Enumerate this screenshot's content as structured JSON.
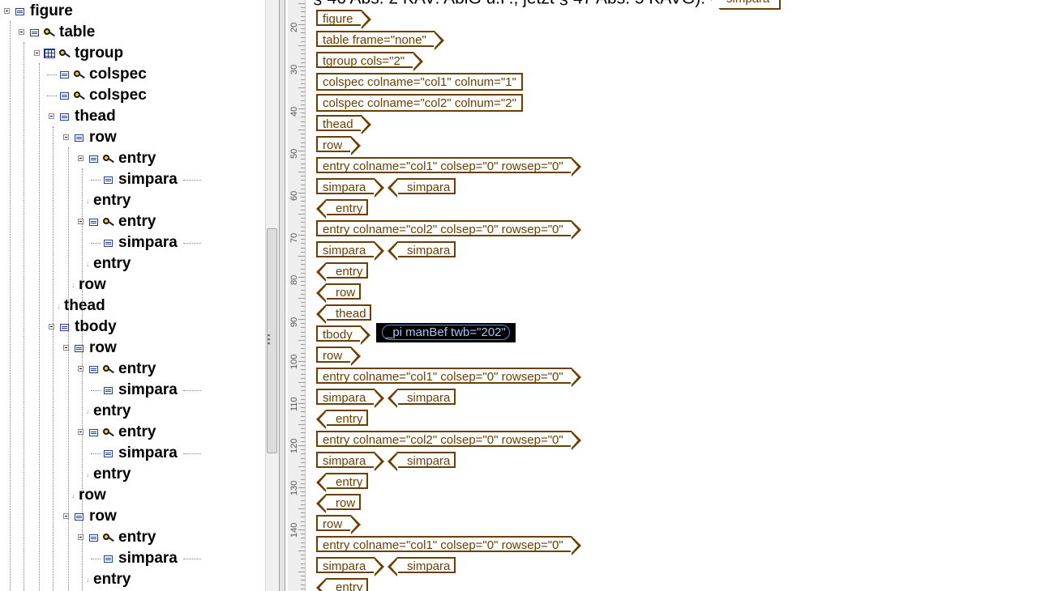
{
  "tree": [
    {
      "label": "figure",
      "depth": 0,
      "icons": [
        "element"
      ]
    },
    {
      "label": "table",
      "depth": 1,
      "icons": [
        "element",
        "attribute"
      ]
    },
    {
      "label": "tgroup",
      "depth": 2,
      "icons": [
        "table",
        "attribute"
      ]
    },
    {
      "label": "colspec",
      "depth": 3,
      "icons": [
        "element",
        "attribute"
      ]
    },
    {
      "label": "colspec",
      "depth": 3,
      "icons": [
        "element",
        "attribute"
      ]
    },
    {
      "label": "thead",
      "depth": 3,
      "icons": [
        "element"
      ]
    },
    {
      "label": "row",
      "depth": 4,
      "icons": [
        "element"
      ]
    },
    {
      "label": "entry",
      "depth": 5,
      "icons": [
        "element",
        "attribute"
      ]
    },
    {
      "label": "simpara",
      "depth": 6,
      "icons": [
        "element"
      ]
    },
    {
      "label": "entry",
      "depth": 5,
      "icons": []
    },
    {
      "label": "entry",
      "depth": 5,
      "icons": [
        "element",
        "attribute"
      ]
    },
    {
      "label": "simpara",
      "depth": 6,
      "icons": [
        "element"
      ]
    },
    {
      "label": "entry",
      "depth": 5,
      "icons": []
    },
    {
      "label": "row",
      "depth": 4,
      "icons": []
    },
    {
      "label": "thead",
      "depth": 3,
      "icons": []
    },
    {
      "label": "tbody",
      "depth": 3,
      "icons": [
        "element"
      ]
    },
    {
      "label": "row",
      "depth": 4,
      "icons": [
        "element"
      ]
    },
    {
      "label": "entry",
      "depth": 5,
      "icons": [
        "element",
        "attribute"
      ]
    },
    {
      "label": "simpara",
      "depth": 6,
      "icons": [
        "element"
      ]
    },
    {
      "label": "entry",
      "depth": 5,
      "icons": []
    },
    {
      "label": "entry",
      "depth": 5,
      "icons": [
        "element",
        "attribute"
      ]
    },
    {
      "label": "simpara",
      "depth": 6,
      "icons": [
        "element"
      ]
    },
    {
      "label": "entry",
      "depth": 5,
      "icons": []
    },
    {
      "label": "row",
      "depth": 4,
      "icons": []
    },
    {
      "label": "row",
      "depth": 4,
      "icons": [
        "element"
      ]
    },
    {
      "label": "entry",
      "depth": 5,
      "icons": [
        "element",
        "attribute"
      ]
    },
    {
      "label": "simpara",
      "depth": 6,
      "icons": [
        "element"
      ]
    },
    {
      "label": "entry",
      "depth": 5,
      "icons": []
    }
  ],
  "ruler": [
    "20",
    "30",
    "40",
    "50",
    "60",
    "70",
    "80",
    "90",
    "100",
    "110",
    "120",
    "130",
    "140"
  ],
  "editor": {
    "topline": "§ 46 Abs. 2 KAV: AbiG u.F., jetzt § 47 Abs. 5 KAVG):",
    "topline_tail": "simpara",
    "lines": [
      [
        {
          "kind": "open",
          "text": "figure"
        }
      ],
      [
        {
          "kind": "open",
          "text": "table frame=\"none\""
        }
      ],
      [
        {
          "kind": "open",
          "text": "tgroup cols=\"2\""
        }
      ],
      [
        {
          "kind": "plain",
          "text": "colspec colname=\"col1\" colnum=\"1\""
        }
      ],
      [
        {
          "kind": "plain",
          "text": "colspec colname=\"col2\" colnum=\"2\""
        }
      ],
      [
        {
          "kind": "open",
          "text": "thead"
        }
      ],
      [
        {
          "kind": "open",
          "text": "row"
        }
      ],
      [
        {
          "kind": "open",
          "text": "entry colname=\"col1\" colsep=\"0\" rowsep=\"0\""
        }
      ],
      [
        {
          "kind": "open",
          "text": "simpara"
        },
        {
          "kind": "close",
          "text": "simpara"
        }
      ],
      [
        {
          "kind": "close",
          "text": "entry"
        }
      ],
      [
        {
          "kind": "open",
          "text": "entry colname=\"col2\" colsep=\"0\" rowsep=\"0\""
        }
      ],
      [
        {
          "kind": "open",
          "text": "simpara"
        },
        {
          "kind": "close",
          "text": "simpara"
        }
      ],
      [
        {
          "kind": "close",
          "text": "entry"
        }
      ],
      [
        {
          "kind": "close",
          "text": "row"
        }
      ],
      [
        {
          "kind": "close",
          "text": "thead"
        }
      ],
      [
        {
          "kind": "open",
          "text": "tbody"
        },
        {
          "kind": "pi",
          "text": "_pi manBef twb=\"202\""
        }
      ],
      [
        {
          "kind": "open",
          "text": "row"
        }
      ],
      [
        {
          "kind": "open",
          "text": "entry colname=\"col1\" colsep=\"0\" rowsep=\"0\""
        }
      ],
      [
        {
          "kind": "open",
          "text": "simpara"
        },
        {
          "kind": "close",
          "text": "simpara"
        }
      ],
      [
        {
          "kind": "close",
          "text": "entry"
        }
      ],
      [
        {
          "kind": "open",
          "text": "entry colname=\"col2\" colsep=\"0\" rowsep=\"0\""
        }
      ],
      [
        {
          "kind": "open",
          "text": "simpara"
        },
        {
          "kind": "close",
          "text": "simpara"
        }
      ],
      [
        {
          "kind": "close",
          "text": "entry"
        }
      ],
      [
        {
          "kind": "close",
          "text": "row"
        }
      ],
      [
        {
          "kind": "open",
          "text": "row"
        }
      ],
      [
        {
          "kind": "open",
          "text": "entry colname=\"col1\" colsep=\"0\" rowsep=\"0\""
        }
      ],
      [
        {
          "kind": "open",
          "text": "simpara"
        },
        {
          "kind": "close",
          "text": "simpara"
        }
      ],
      [
        {
          "kind": "close",
          "text": "entry"
        }
      ]
    ]
  }
}
